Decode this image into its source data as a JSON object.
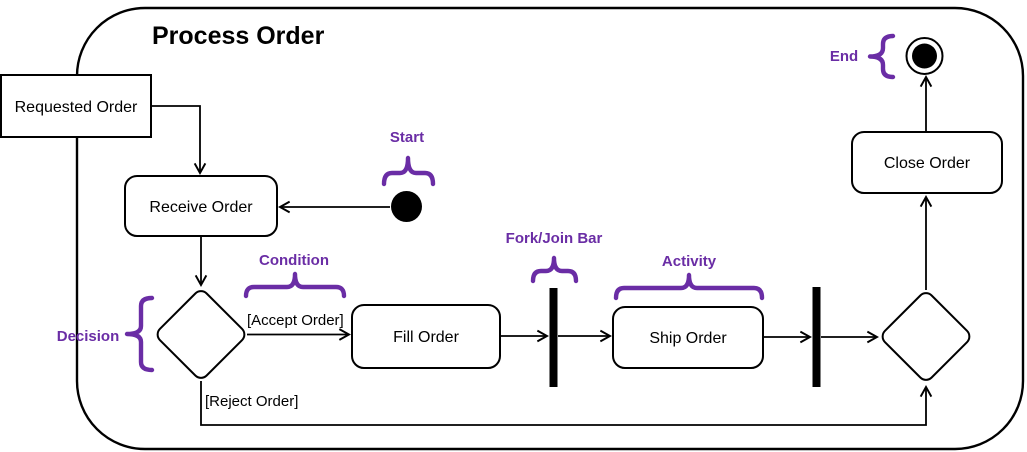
{
  "title": "Process Order",
  "nodes": {
    "requested_order": "Requested Order",
    "receive_order": "Receive Order",
    "fill_order": "Fill Order",
    "ship_order": "Ship Order",
    "close_order": "Close Order"
  },
  "guards": {
    "accept": "[Accept Order]",
    "reject": "[Reject Order]"
  },
  "annotations": {
    "start": "Start",
    "decision": "Decision",
    "condition": "Condition",
    "fork_join_bar": "Fork/Join Bar",
    "activity": "Activity",
    "end": "End"
  },
  "colors": {
    "annotation": "#6A2DA5",
    "line": "#000000",
    "node_fill": "#FFFFFF",
    "background": "#FFFFFF"
  }
}
